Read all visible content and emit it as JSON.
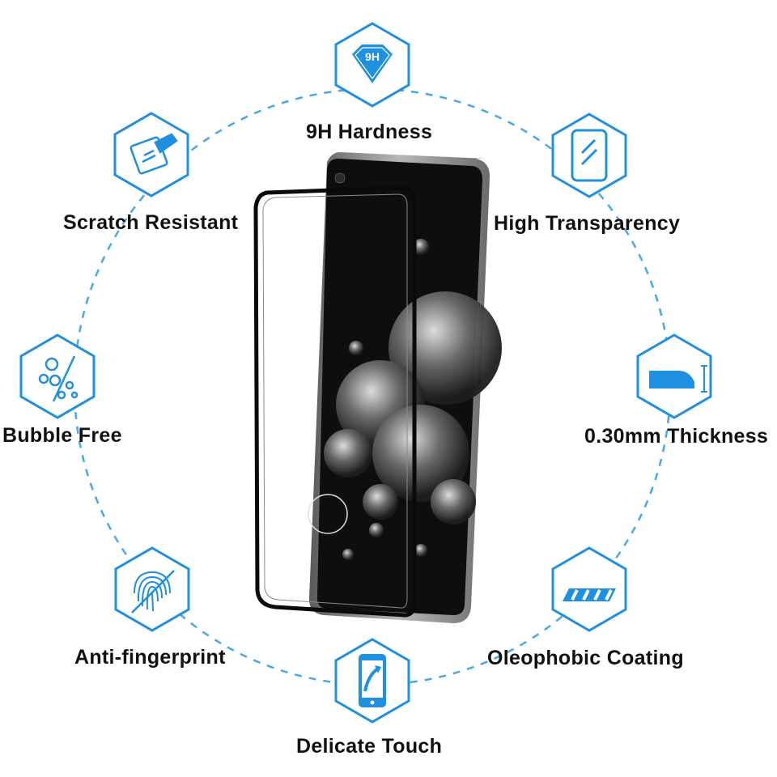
{
  "features": [
    {
      "label": "9H Hardness",
      "icon": "diamond-9h-icon",
      "badge": "9H"
    },
    {
      "label": "Scratch Resistant",
      "icon": "scratch-resistant-icon"
    },
    {
      "label": "High Transparency",
      "icon": "transparent-screen-icon"
    },
    {
      "label": "Bubble Free",
      "icon": "bubbles-icon"
    },
    {
      "label": "0.30mm Thickness",
      "icon": "thickness-icon"
    },
    {
      "label": "Anti-fingerprint",
      "icon": "fingerprint-icon"
    },
    {
      "label": "Oleophobic Coating",
      "icon": "oleophobic-coating-icon"
    },
    {
      "label": "Delicate Touch",
      "icon": "touch-phone-icon"
    }
  ],
  "colors": {
    "accent": "#1f8fe0",
    "dash": "#4aa8e6",
    "text": "#111111",
    "phone_body": "#1a1a1a",
    "phone_frame": "#8a8a8a"
  }
}
